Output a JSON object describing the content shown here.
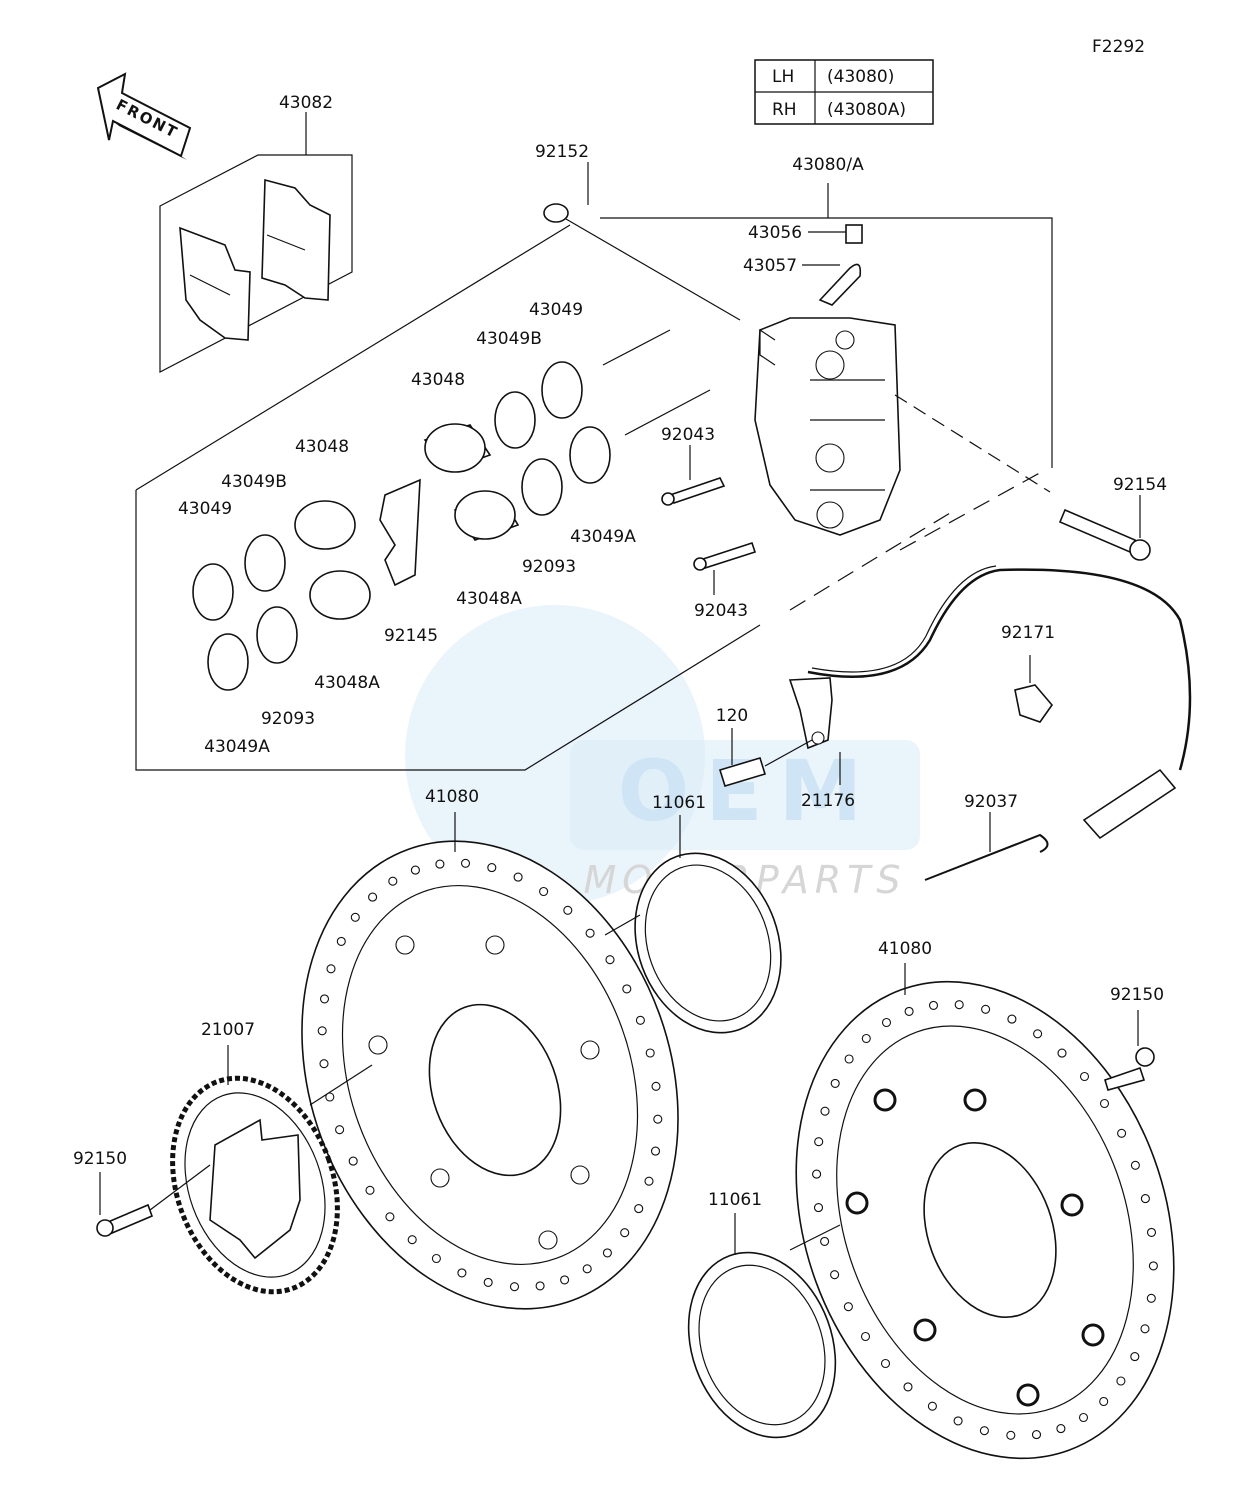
{
  "figure_code": "F2292",
  "direction_arrow": "FRONT",
  "variant_table": [
    {
      "side": "LH",
      "part": "(43080)"
    },
    {
      "side": "RH",
      "part": "(43080A)"
    }
  ],
  "watermark": {
    "brand": "OEM",
    "tagline": "MOTORPARTS"
  },
  "callouts": {
    "pads": "43082",
    "bleeder_cap": "92152",
    "caliper_assy": "43080/A",
    "bleeder_valve": "43056",
    "bleeder_plate": "43057",
    "seal_b_top": "43049B",
    "seal_top": "43049",
    "piston_top": "43048",
    "piston_left": "43048",
    "seal_b_left": "43049B",
    "seal_left": "43049",
    "pin_upper": "92043",
    "caliper_bolt": "92154",
    "seal_a_right": "43049A",
    "dust_seal_right": "92093",
    "piston_a_right": "43048A",
    "pin_lower": "92043",
    "spring": "92145",
    "piston_a_left": "43048A",
    "dust_seal_left": "92093",
    "seal_a_left": "43049A",
    "clamp": "92171",
    "sensor_bolt": "120",
    "abs_sensor": "21176",
    "disc_left": "41080",
    "shim_top": "11061",
    "wire": "92037",
    "disc_right": "41080",
    "disc_bolt_right": "92150",
    "rotor": "21007",
    "rotor_bolt": "92150",
    "shim_bottom": "11061"
  }
}
